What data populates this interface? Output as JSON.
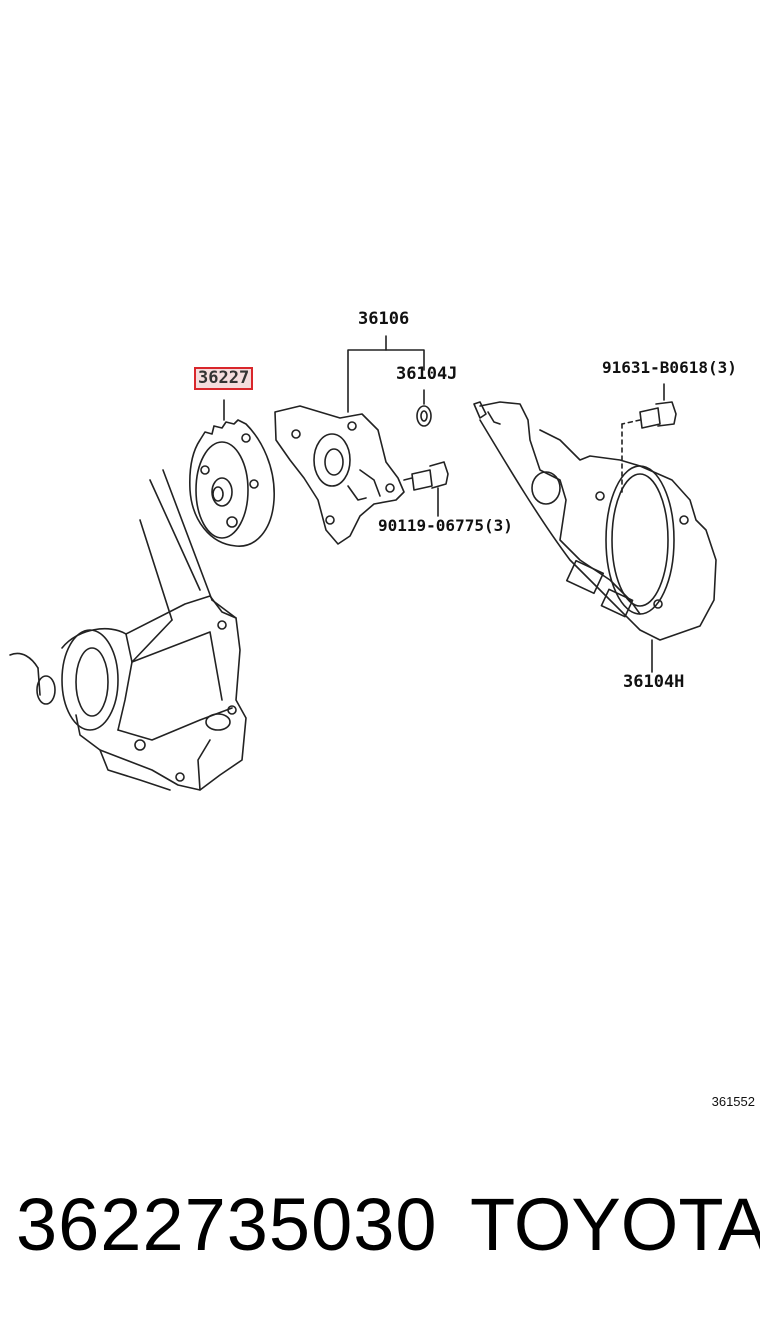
{
  "diagram": {
    "callouts": {
      "part_36227": "36227",
      "part_36106": "36106",
      "part_36104J": "36104J",
      "part_91631": "91631-B0618(3)",
      "part_90119": "90119-06775(3)",
      "part_36104H": "36104H"
    },
    "highlight_color": "#d9262b",
    "reference_code": "361552"
  },
  "footer": {
    "part_number": "3622735030",
    "brand": "TOYOTA"
  }
}
